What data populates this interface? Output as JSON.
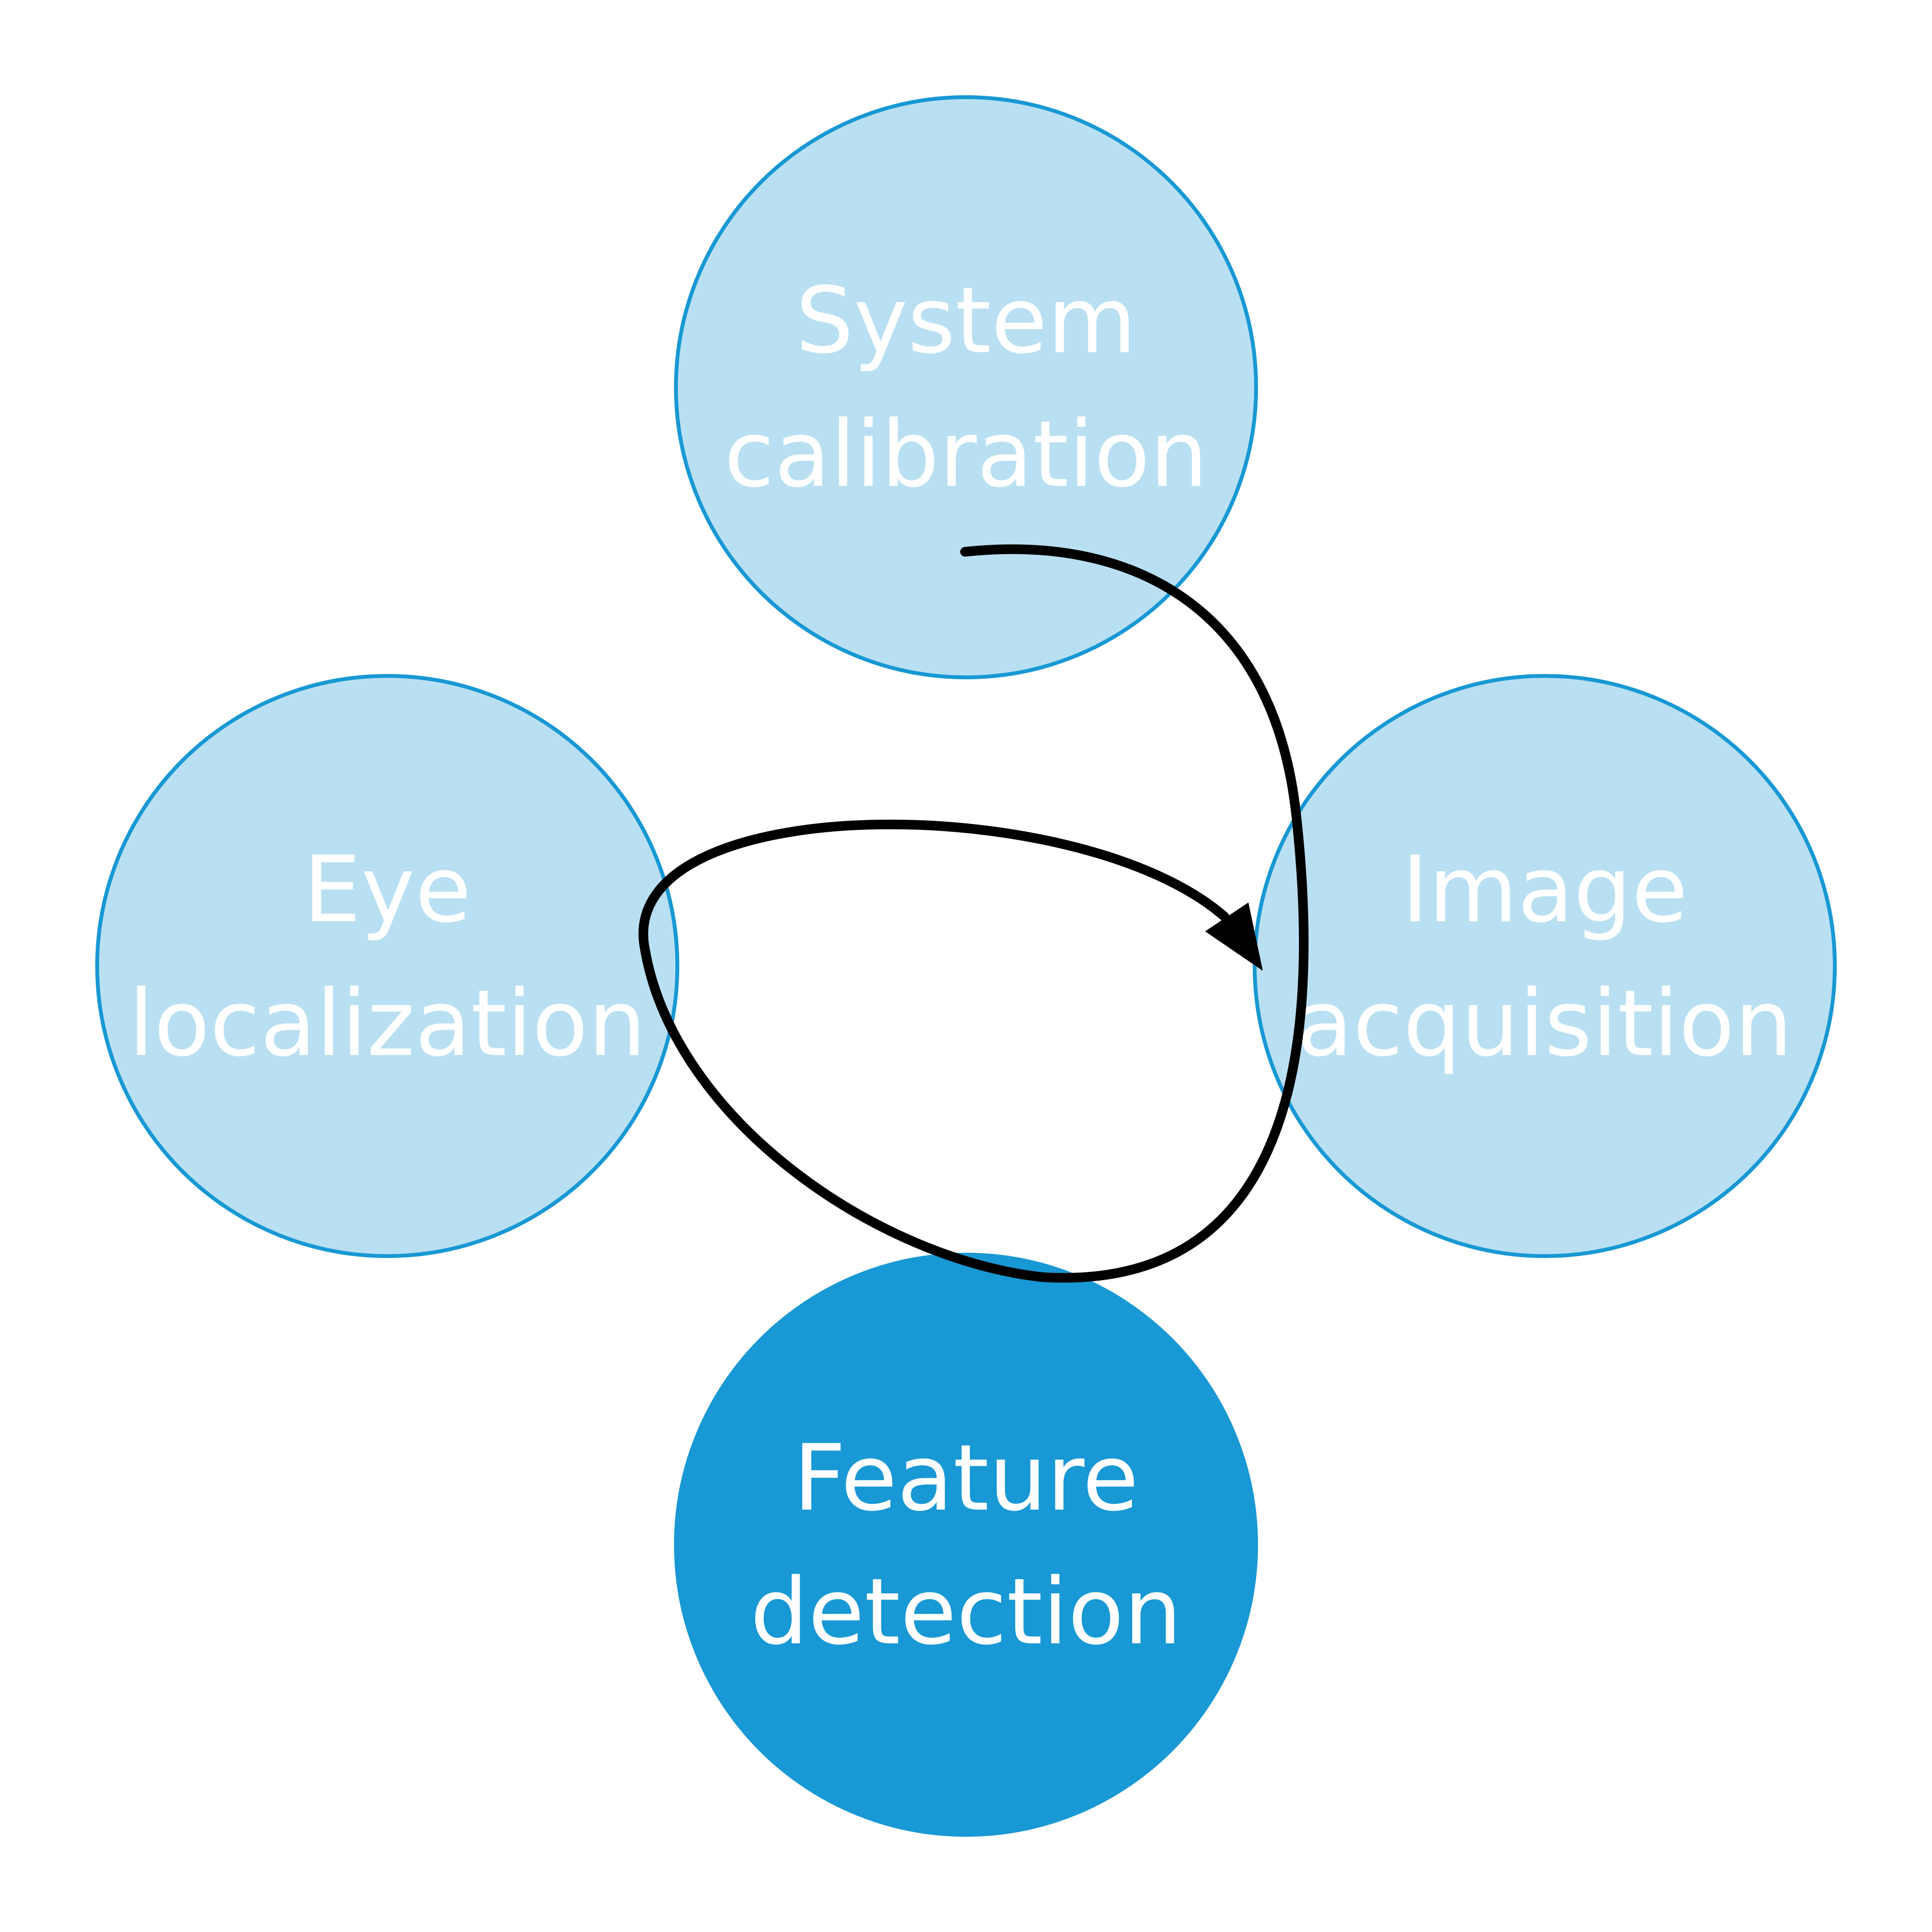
{
  "colors": {
    "background": "#ffffff",
    "node_light_fill": "#b9e0f2",
    "node_light_stroke": "#1898d4",
    "node_active_fill": "#1898d4",
    "label_text": "#ffffff",
    "arrow": "#000000"
  },
  "nodes": {
    "system_calibration": {
      "line1": "System",
      "line2": "calibration",
      "active": false
    },
    "image_acquisition": {
      "line1": "Image",
      "line2": "acquisition",
      "active": false
    },
    "feature_detection": {
      "line1": "Feature",
      "line2": "detection",
      "active": true
    },
    "eye_localization": {
      "line1": "Eye",
      "line2": "localization",
      "active": false
    }
  }
}
